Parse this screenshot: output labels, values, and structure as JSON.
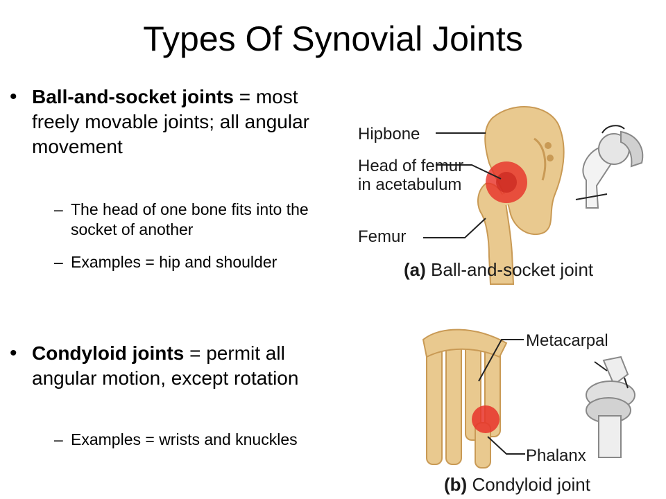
{
  "title": "Types Of Synovial Joints",
  "bullets": [
    {
      "term": "Ball-and-socket joints",
      "rest": " = most freely movable joints; all angular movement",
      "subs": [
        "The head of one bone fits into the socket of another",
        "Examples = hip and shoulder"
      ]
    },
    {
      "term": "Condyloid joints",
      "rest": " = permit all angular motion, except rotation",
      "subs": [
        "Examples = wrists and knuckles"
      ]
    }
  ],
  "figure_a": {
    "labels": [
      "Hipbone",
      "Head of femur in acetabulum",
      "Femur"
    ],
    "caption_letter": "(a)",
    "caption_text": "Ball-and-socket joint"
  },
  "figure_b": {
    "labels": [
      "Metacarpal",
      "Phalanx"
    ],
    "caption_letter": "(b)",
    "caption_text": "Condyloid joint"
  },
  "colors": {
    "bone": "#e9c98f",
    "bone_dark": "#c99a55",
    "highlight": "#e8332a",
    "line": "#222222"
  }
}
